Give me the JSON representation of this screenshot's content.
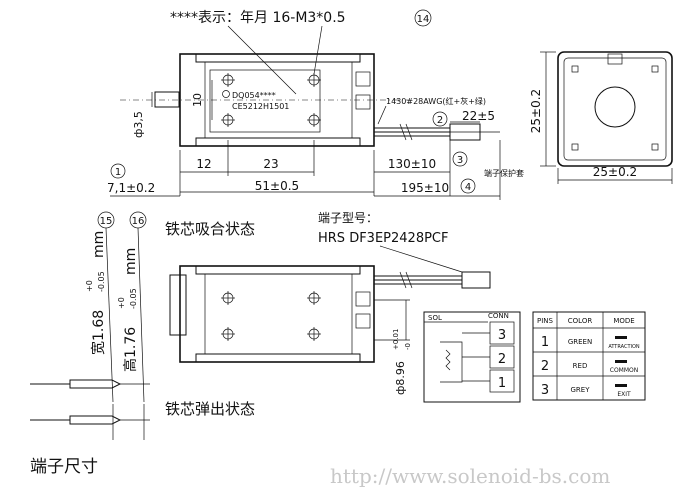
{
  "top_note": "****表示：年月 16-M3*0.5",
  "callout_14": "14",
  "label_block": {
    "line1": "DQ054****",
    "line2": "CE5212H1501"
  },
  "dims": {
    "d_3_5": "ф3,5",
    "d_10": "10",
    "d_12": "12",
    "d_23": "23",
    "d_51": "51±0.5",
    "d_7_1": "7,1±0.2",
    "d_130": "130±10",
    "d_22": "22±5",
    "d_195": "195±10",
    "d_25_v": "25±0.2",
    "d_25_h": "25±0.2",
    "d_8_96": "ф8.96",
    "d_8_96_tol_top": "+0.01",
    "d_8_96_tol_bot": "-0",
    "wire_note": "1430#28AWG(红+灰+绿)",
    "sleeve_note": "端子保护套"
  },
  "callouts": {
    "c1": "1",
    "c2": "2",
    "c3": "3",
    "c4": "4",
    "c15": "15",
    "c16": "16"
  },
  "width_spec": {
    "label": "宽1.68",
    "tol_top": "+0",
    "tol_bot": "-0.05",
    "unit": "mm"
  },
  "height_spec": {
    "label": "高1.76",
    "tol_top": "+0",
    "tol_bot": "-0.05",
    "unit": "mm"
  },
  "state_attract": "铁芯吸合状态",
  "state_release": "铁芯弹出状态",
  "terminal_size": "端子尺寸",
  "terminal_model_label": "端子型号：",
  "terminal_model": "HRS DF3EP2428PCF",
  "sol_box": {
    "sol": "SOL",
    "conn": "CONN",
    "pins": [
      "3",
      "2",
      "1"
    ]
  },
  "pin_table": {
    "headers": [
      "PINS",
      "COLOR",
      "MODE"
    ],
    "rows": [
      {
        "pin": "1",
        "color": "GREEN",
        "mode": "ATTRACTION"
      },
      {
        "pin": "2",
        "color": "RED",
        "mode": "COMMON"
      },
      {
        "pin": "3",
        "color": "GREY",
        "mode": "EXIT"
      }
    ]
  },
  "watermark": "http://www.solenoid-bs.com"
}
